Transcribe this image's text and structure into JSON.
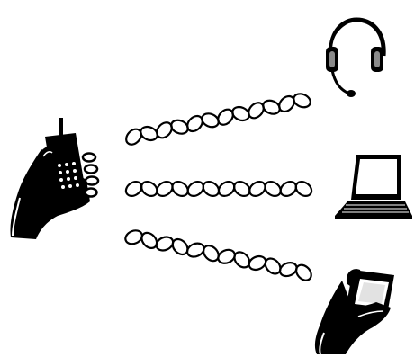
{
  "diagram": {
    "source": {
      "icon": "hand-holding-mobile-phone-icon"
    },
    "links": [
      {
        "target": "headset",
        "style": "helix-wave"
      },
      {
        "target": "laptop",
        "style": "helix-wave"
      },
      {
        "target": "pda",
        "style": "helix-wave"
      }
    ],
    "targets": [
      {
        "id": "headset",
        "icon": "headset-icon"
      },
      {
        "id": "laptop",
        "icon": "laptop-icon"
      },
      {
        "id": "pda",
        "icon": "hand-holding-pda-icon"
      }
    ],
    "colors": {
      "ink": "#000000",
      "paper": "#ffffff",
      "shade": "#8a8a8a"
    }
  }
}
